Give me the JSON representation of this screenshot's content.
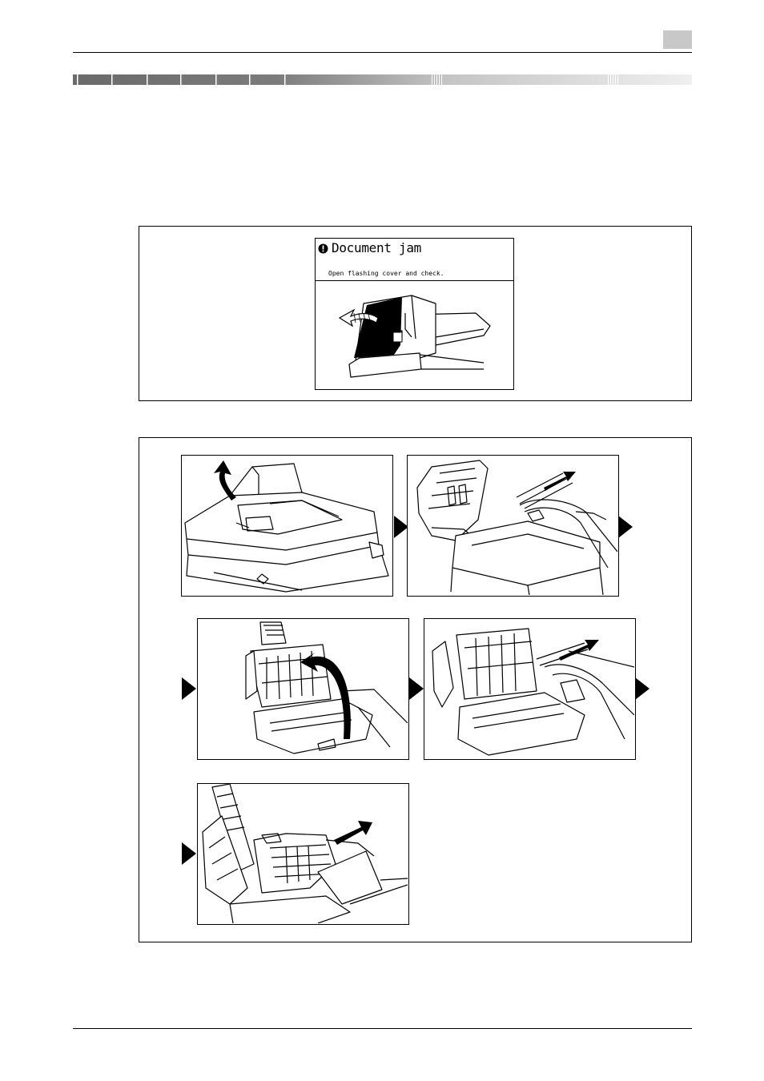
{
  "display": {
    "title": "Document jam",
    "message": "Open flashing cover and check."
  },
  "colors": {
    "rule": "#000000",
    "chapter_box": "#c8c8c8",
    "title_bar_dark": "#707070",
    "title_bar_light": "#eeeeee"
  },
  "icons": {
    "alert": "exclamation-circle-icon",
    "step_arrow": "triangle-right-icon"
  },
  "figure": {
    "steps": [
      {
        "name": "step-1-open-adf-cover"
      },
      {
        "name": "step-2-remove-paper"
      },
      {
        "name": "step-3-lift-guide"
      },
      {
        "name": "step-4-remove-paper"
      },
      {
        "name": "step-5-pull-document"
      }
    ]
  }
}
